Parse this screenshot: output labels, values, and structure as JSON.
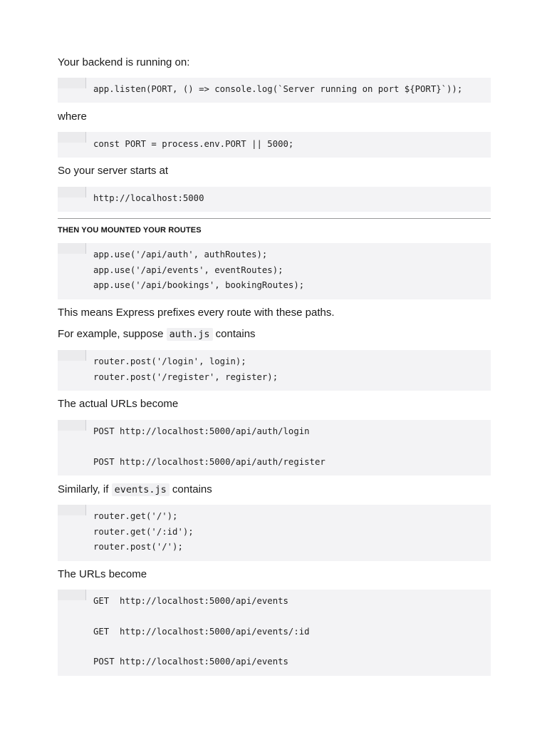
{
  "doc": {
    "p1": "Your backend is running on:",
    "code1": [
      "app.listen(PORT, () => console.log(`Server running on port ${PORT}`));"
    ],
    "p2": "where",
    "code2": [
      "const PORT = process.env.PORT || 5000;"
    ],
    "p3": "So your server starts at",
    "code3": [
      "http://localhost:5000"
    ],
    "heading": "THEN YOU MOUNTED YOUR ROUTES",
    "code4": [
      "app.use('/api/auth', authRoutes);",
      "app.use('/api/events', eventRoutes);",
      "app.use('/api/bookings', bookingRoutes);"
    ],
    "p4": "This means Express prefixes every route with these paths.",
    "p5_pre": "For example, suppose",
    "p5_code": "auth.js",
    "p5_post": "contains",
    "code5": [
      "router.post('/login', login);",
      "router.post('/register', register);"
    ],
    "p6": "The actual URLs become",
    "code6": [
      "POST http://localhost:5000/api/auth/login",
      "POST http://localhost:5000/api/auth/register"
    ],
    "p7_pre": "Similarly, if",
    "p7_code": "events.js",
    "p7_post": "contains",
    "code7": [
      "router.get('/');",
      "router.get('/:id');",
      "router.post('/');"
    ],
    "p8": "The URLs become",
    "code8": [
      "GET  http://localhost:5000/api/events",
      "GET  http://localhost:5000/api/events/:id",
      "POST http://localhost:5000/api/events"
    ]
  }
}
